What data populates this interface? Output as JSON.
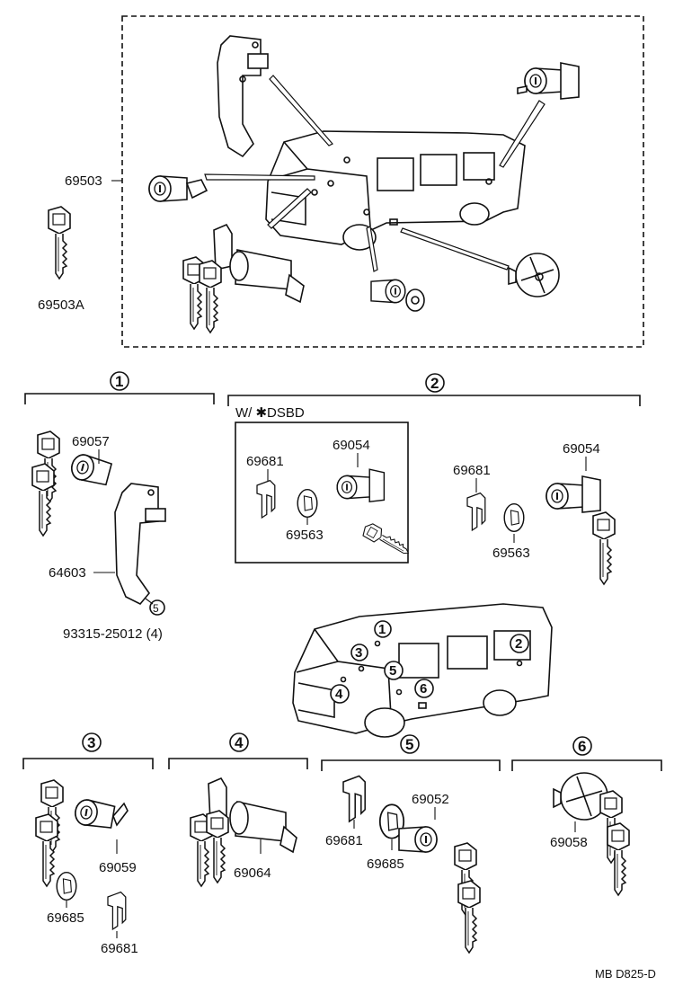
{
  "diagram": {
    "top_group": {
      "part_no": "69503",
      "key_part_no": "69503A"
    },
    "section_1": {
      "marker": "1",
      "parts": [
        "69057",
        "64603"
      ],
      "bolt_marker": "5",
      "bolt": "93315-25012 (4)"
    },
    "section_2": {
      "marker": "2",
      "variant_label": "W/ ✱DSBD",
      "variant_parts": [
        "69681",
        "69054",
        "69563"
      ],
      "standard_parts": [
        "69681",
        "69054",
        "69563"
      ]
    },
    "van_markers": [
      "1",
      "2",
      "3",
      "4",
      "5",
      "6"
    ],
    "section_3": {
      "marker": "3",
      "parts": [
        "69059",
        "69685",
        "69681"
      ]
    },
    "section_4": {
      "marker": "4",
      "parts": [
        "69064"
      ]
    },
    "section_5": {
      "marker": "5",
      "parts": [
        "69681",
        "69685",
        "69052"
      ]
    },
    "section_6": {
      "marker": "6",
      "parts": [
        "69058"
      ]
    },
    "figure_code": "MB D825-D"
  }
}
